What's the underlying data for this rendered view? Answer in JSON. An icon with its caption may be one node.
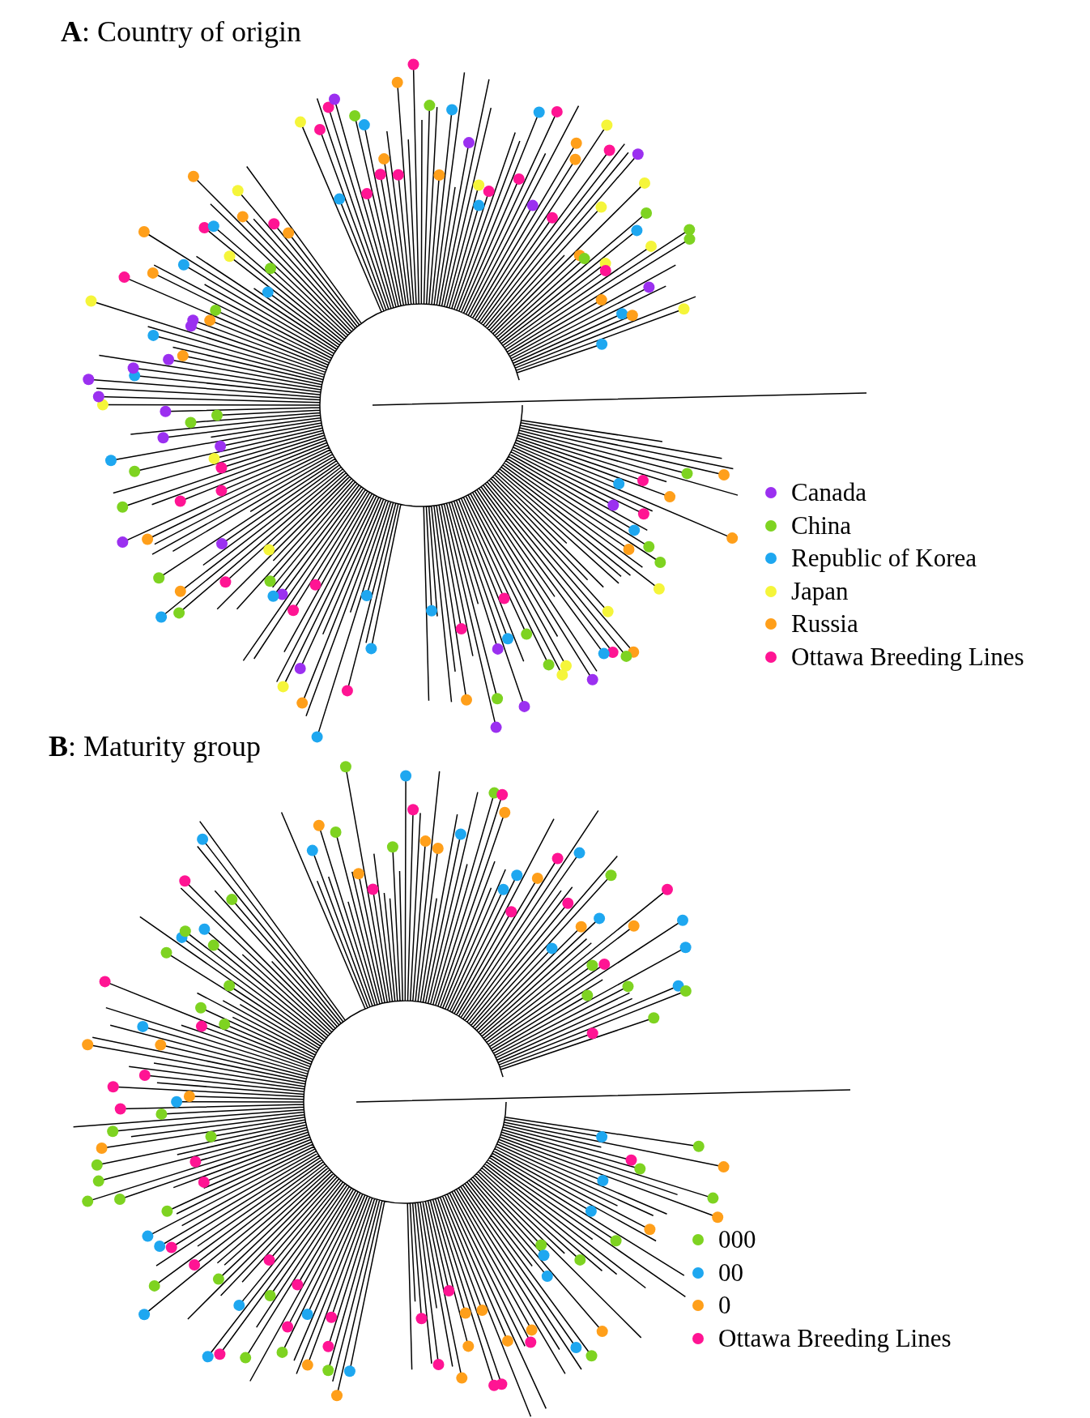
{
  "diagram": {
    "labels": [
      "**A**: Country of origin",
      "**B**: Maturity group"
    ],
    "legend": [
      {
        "text": "Canada",
        "color": "#9b30f0"
      },
      {
        "text": "China",
        "color": "#7ed321"
      },
      {
        "text": "Republic of Korea",
        "color": "#1ea7f0"
      },
      {
        "text": "Japan",
        "color": "#f5f53a"
      },
      {
        "text": "Russia",
        "color": "#ff9f1a"
      },
      {
        "text": "Ottawa Breeding Lines",
        "color": "#ff1493"
      },
      {
        "text": "000",
        "color": "#7ed321"
      },
      {
        "text": "00",
        "color": "#1ea7f0"
      },
      {
        "text": "0",
        "color": "#ff9f1a"
      },
      {
        "text": "Ottawa Breeding Lines",
        "color": "#ff1493"
      }
    ]
  }
}
